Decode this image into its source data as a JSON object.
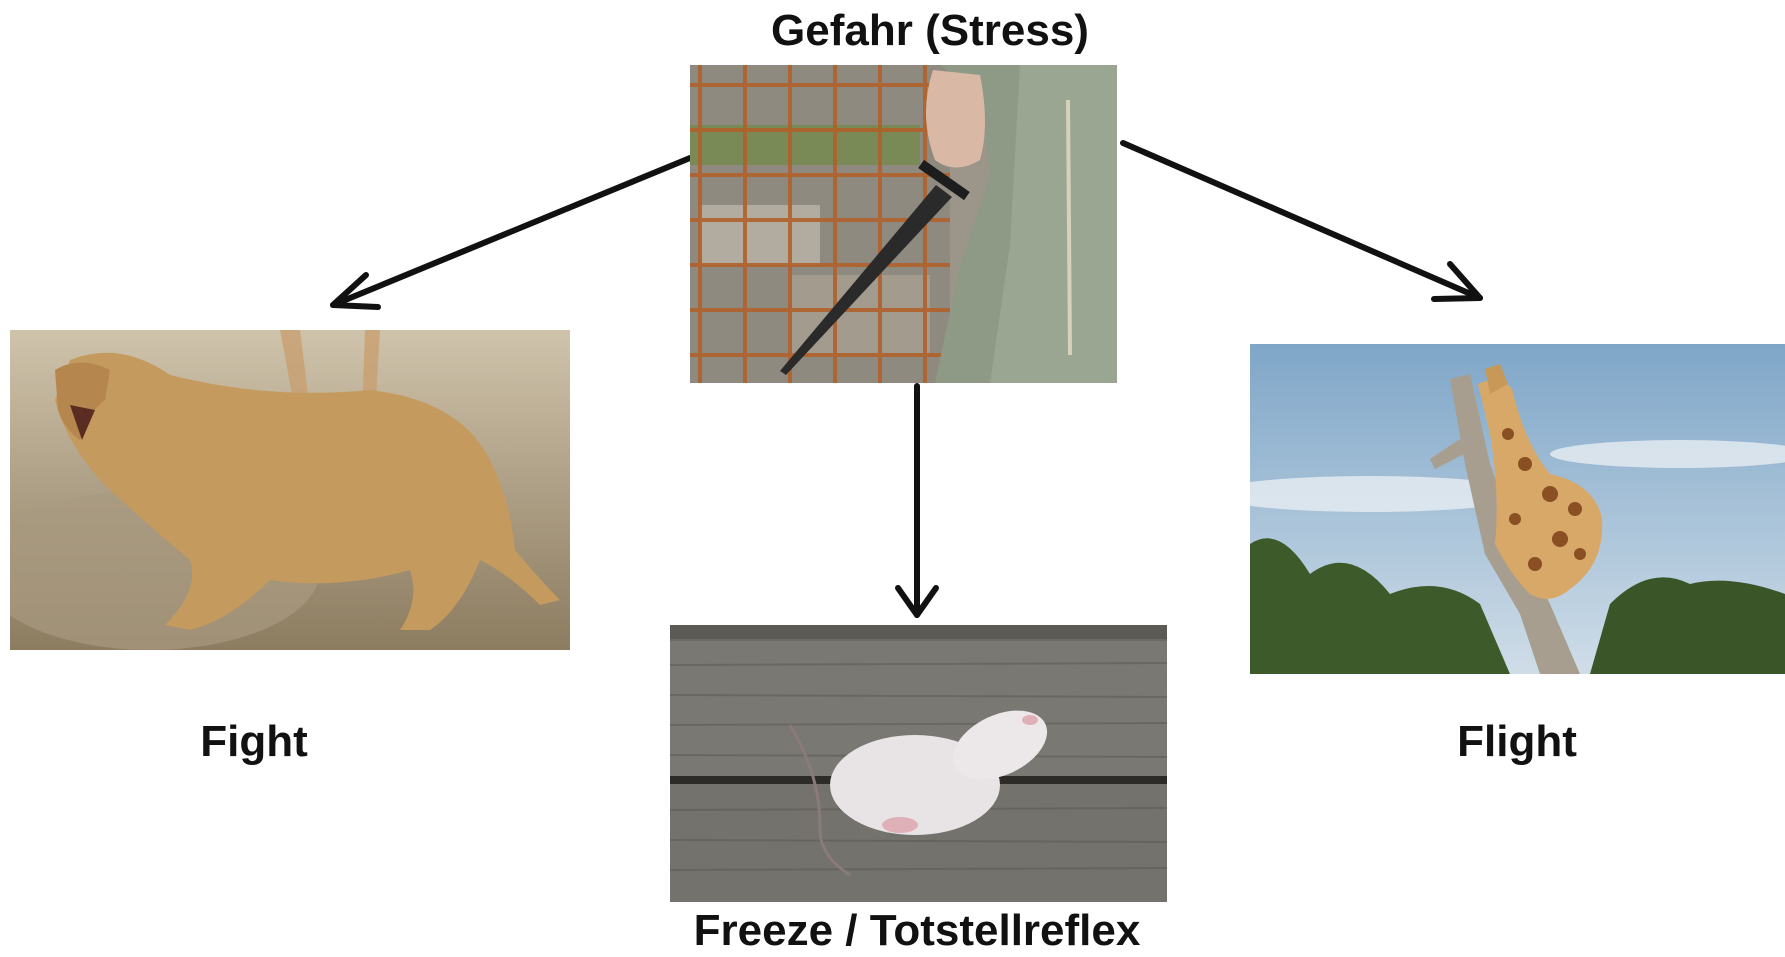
{
  "diagram": {
    "title": "Gefahr (Stress)",
    "responses": {
      "fight": {
        "label": "Fight",
        "image_icon": "lion-icon"
      },
      "freeze": {
        "label": "Freeze / Totstellreflex",
        "image_icon": "mouse-icon"
      },
      "flight": {
        "label": "Flight",
        "image_icon": "giraffe-icon"
      }
    },
    "center_image_icon": "knife-icon",
    "arrow_color": "#111111"
  }
}
